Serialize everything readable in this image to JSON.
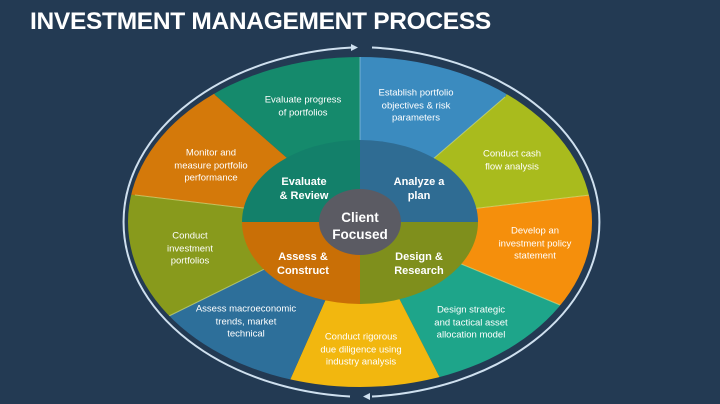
{
  "title": "INVESTMENT MANAGEMENT PROCESS",
  "colors": {
    "background": "#233a53",
    "ring_line": "#cfe0ef",
    "center": "#5b5b63"
  },
  "center": {
    "line1": "Client",
    "line2": "Focused"
  },
  "inner_quadrants": [
    {
      "id": "evaluate-review",
      "line1": "Evaluate",
      "line2": "& Review",
      "color": "#13806a"
    },
    {
      "id": "analyze-plan",
      "line1": "Analyze a",
      "line2": "plan",
      "color": "#2f6c93"
    },
    {
      "id": "design-research",
      "line1": "Design &",
      "line2": "Research",
      "color": "#7f8f1c"
    },
    {
      "id": "assess-construct",
      "line1": "Assess &",
      "line2": "Construct",
      "color": "#c96f06"
    }
  ],
  "outer_segments": [
    {
      "id": "evaluate-progress",
      "lines": [
        "Evaluate progress",
        "of portfolios"
      ],
      "color": "#158a6c"
    },
    {
      "id": "establish-objectives",
      "lines": [
        "Establish portfolio",
        "objectives & risk",
        "parameters"
      ],
      "color": "#3b8bbf"
    },
    {
      "id": "conduct-cash-flow",
      "lines": [
        "Conduct cash",
        "flow analysis"
      ],
      "color": "#a9bb1d"
    },
    {
      "id": "develop-policy",
      "lines": [
        "Develop an",
        "investment policy",
        "statement"
      ],
      "color": "#f58f0c"
    },
    {
      "id": "design-allocation",
      "lines": [
        "Design strategic",
        "and tactical asset",
        "allocation model"
      ],
      "color": "#1ea58a"
    },
    {
      "id": "due-diligence",
      "lines": [
        "Conduct rigorous",
        "due diligence using",
        "industry analysis"
      ],
      "color": "#f2b70f"
    },
    {
      "id": "assess-macro",
      "lines": [
        "Assess macroeconomic",
        "trends, market",
        "technical"
      ],
      "color": "#2d6f9a"
    },
    {
      "id": "conduct-investment",
      "lines": [
        "Conduct",
        "investment",
        "portfolios"
      ],
      "color": "#889a1c"
    },
    {
      "id": "monitor-performance",
      "lines": [
        "Monitor and",
        "measure portfolio",
        "performance"
      ],
      "color": "#d4790a"
    }
  ]
}
